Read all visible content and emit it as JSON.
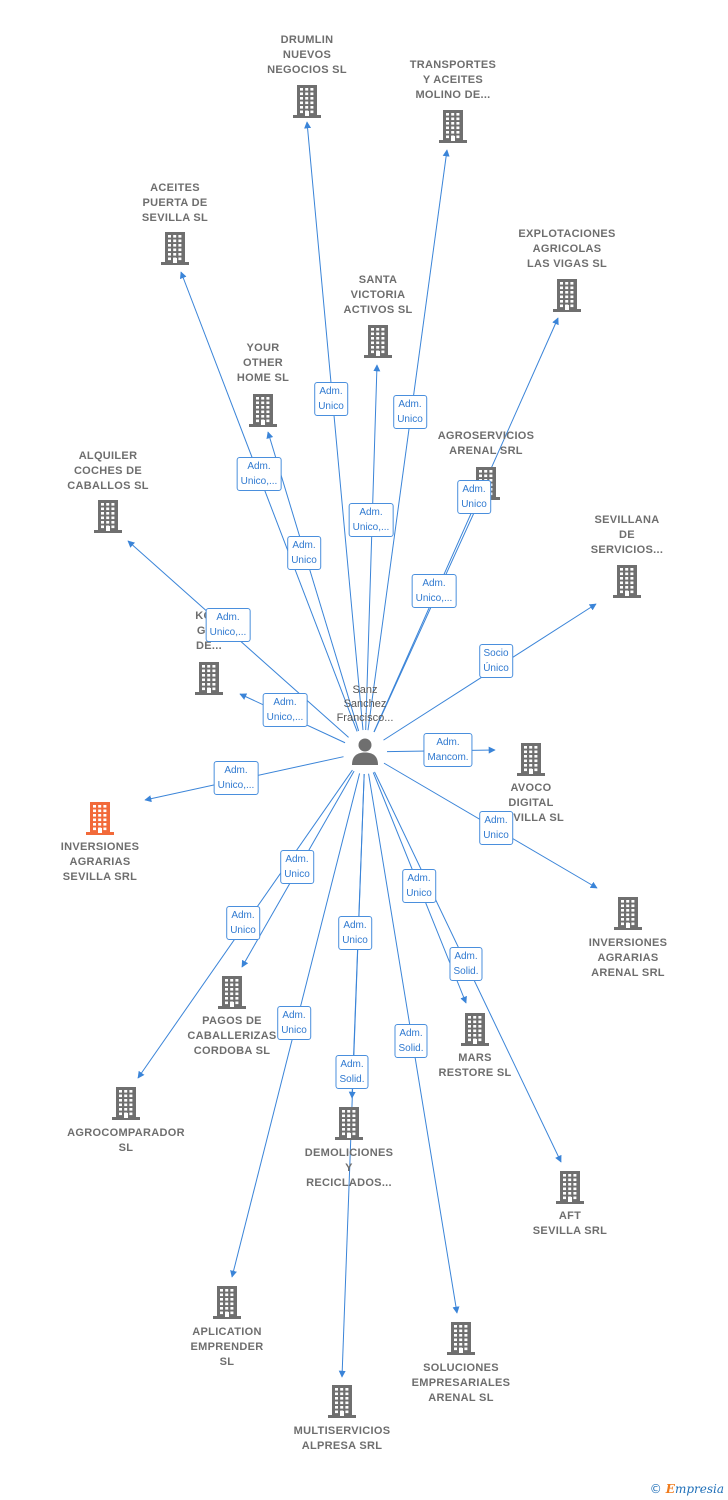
{
  "center": {
    "label": "Sanz\nSanchez\nFrancisco...",
    "icon": "person-icon"
  },
  "colors": {
    "edge": "#3a84d8",
    "building": "#6f6f6f",
    "highlight": "#f26a3a",
    "label_text": "#6e6e6e"
  },
  "nodes": [
    {
      "id": "drumlin",
      "label": "DRUMLIN\nNUEVOS\nNEGOCIOS  SL",
      "edge_label": "Adm.\nUnico"
    },
    {
      "id": "transportes",
      "label": "TRANSPORTES\nY ACEITES\nMOLINO DE...",
      "edge_label": "Adm.\nUnico"
    },
    {
      "id": "aceites",
      "label": "ACEITES\nPUERTA DE\nSEVILLA  SL",
      "edge_label": "Adm.\nUnico,..."
    },
    {
      "id": "explotaciones",
      "label": "EXPLOTACIONES\nAGRICOLAS\nLAS VIGAS SL",
      "edge_label": "Adm.\nUnico,..."
    },
    {
      "id": "santa",
      "label": "SANTA\nVICTORIA\nACTIVOS  SL",
      "edge_label": "Adm.\nUnico,..."
    },
    {
      "id": "your",
      "label": "YOUR\nOTHER\nHOME  SL",
      "edge_label": "Adm.\nUnico"
    },
    {
      "id": "agroservicios",
      "label": "AGROSERVICIOS\nARENAL SRL",
      "edge_label": "Adm.\nUnico"
    },
    {
      "id": "alquiler",
      "label": "ALQUILER\nCOCHES DE\nCABALLOS  SL",
      "edge_label": "Adm.\nUnico,..."
    },
    {
      "id": "sevillana",
      "label": "SEVILLANA\nDE\nSERVICIOS...",
      "edge_label": "Socio\nÚnico"
    },
    {
      "id": "koti",
      "label": "KOTI\nGES\nDE...",
      "edge_label": "Adm.\nUnico,..."
    },
    {
      "id": "avoco",
      "label": "AVOCO\nDIGITAL\nSEVILLA  SL",
      "edge_label": "Adm.\nMancom."
    },
    {
      "id": "inv_sevilla",
      "label": "INVERSIONES\nAGRARIAS\nSEVILLA SRL",
      "edge_label": "Adm.\nUnico,...",
      "highlight": true
    },
    {
      "id": "inv_arenal",
      "label": "INVERSIONES\nAGRARIAS\nARENAL SRL",
      "edge_label": "Adm.\nUnico"
    },
    {
      "id": "pagos",
      "label": "PAGOS DE\nCABALLERIZAS\nCORDOBA SL",
      "edge_label": "Adm.\nUnico"
    },
    {
      "id": "agrocomparador",
      "label": "AGROCOMPARADOR\nSL",
      "edge_label": "Adm.\nUnico"
    },
    {
      "id": "mars",
      "label": "MARS\nRESTORE SL",
      "edge_label": "Adm.\nUnico"
    },
    {
      "id": "demoliciones",
      "label": "DEMOLICIONES\nY\nRECICLADOS...",
      "edge_label": "Adm.\nUnico"
    },
    {
      "id": "aft",
      "label": "AFT\nSEVILLA SRL",
      "edge_label": "Adm.\nSolid."
    },
    {
      "id": "aplication",
      "label": "APLICATION\nEMPRENDER\nSL",
      "edge_label": "Adm.\nUnico"
    },
    {
      "id": "multiservicios",
      "label": "MULTISERVICIOS\nALPRESA SRL",
      "edge_label": "Adm.\nSolid."
    },
    {
      "id": "soluciones",
      "label": "SOLUCIONES\nEMPRESARIALES\nARENAL  SL",
      "edge_label": "Adm.\nSolid."
    }
  ],
  "footer": {
    "copyright": "©",
    "brand_initial": "E",
    "brand_rest": "mpresia"
  }
}
